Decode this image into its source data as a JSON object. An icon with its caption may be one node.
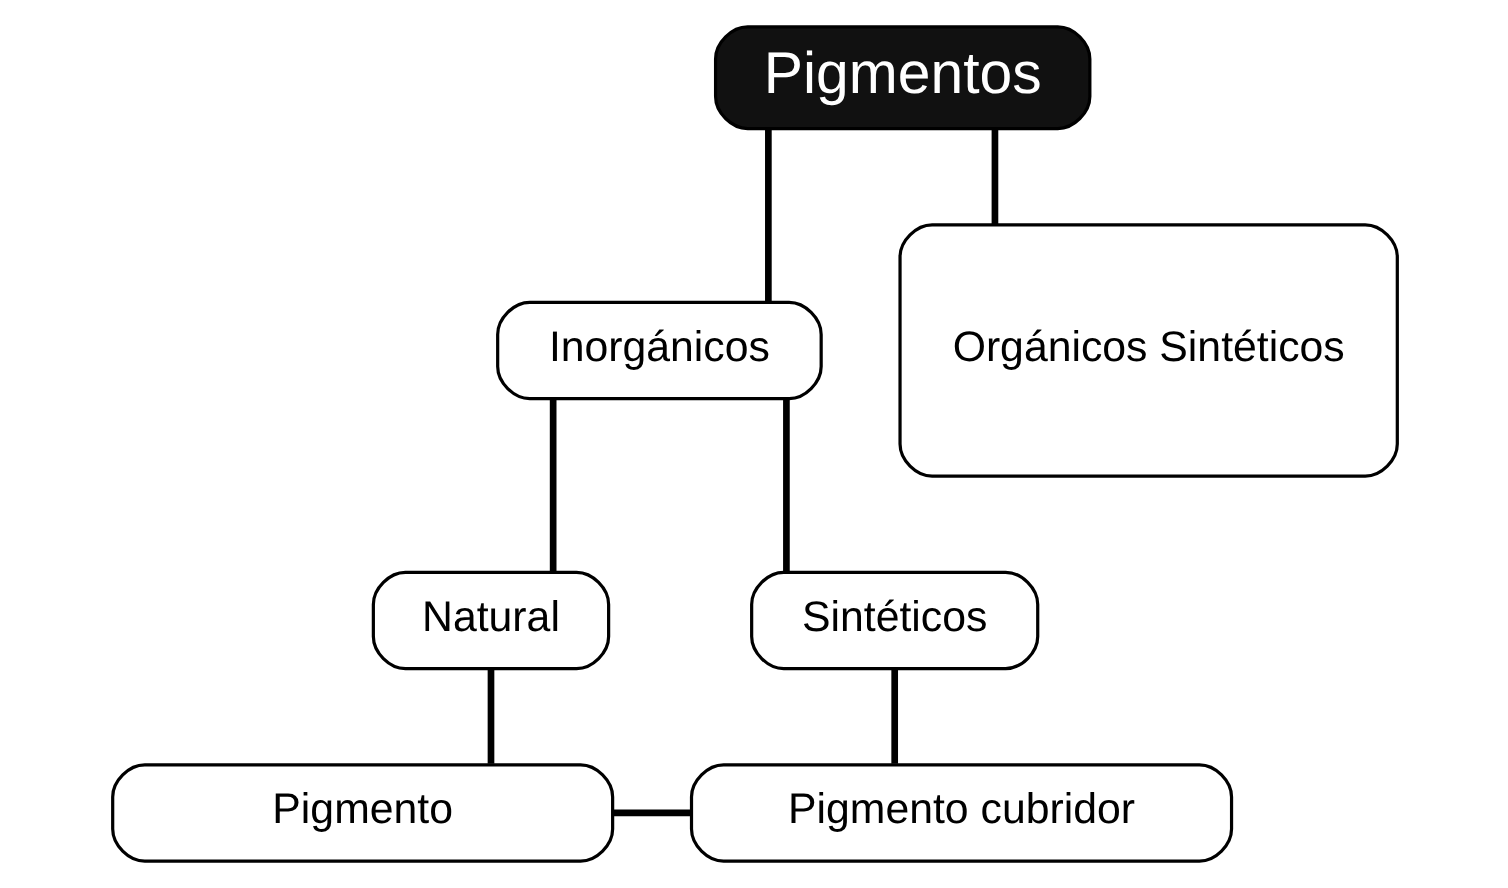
{
  "diagram": {
    "nodes": [
      {
        "text": [
          "Pigmentos"
        ]
      },
      {
        "text": [
          "Inorgánicos"
        ]
      },
      {
        "text": [
          "Orgánicos Sintéticos"
        ]
      },
      {
        "text": [
          "Natural"
        ]
      },
      {
        "text": [
          "Sintéticos"
        ]
      },
      {
        "text": [
          "Pigmento"
        ]
      },
      {
        "text": [
          "Pigmento cubridor"
        ]
      }
    ],
    "edges": [
      {
        "from": 0,
        "to": 1,
        "arrow": "none"
      },
      {
        "from": 0,
        "to": 2,
        "arrow": "none"
      },
      {
        "from": 1,
        "to": 3,
        "arrow": "none"
      },
      {
        "from": 1,
        "to": 4,
        "arrow": "none"
      },
      {
        "from": 3,
        "to": 5,
        "arrow": "none"
      },
      {
        "from": 4,
        "to": 6,
        "arrow": "none"
      },
      {
        "from": 5,
        "to": 6,
        "arrow": "none"
      }
    ]
  }
}
